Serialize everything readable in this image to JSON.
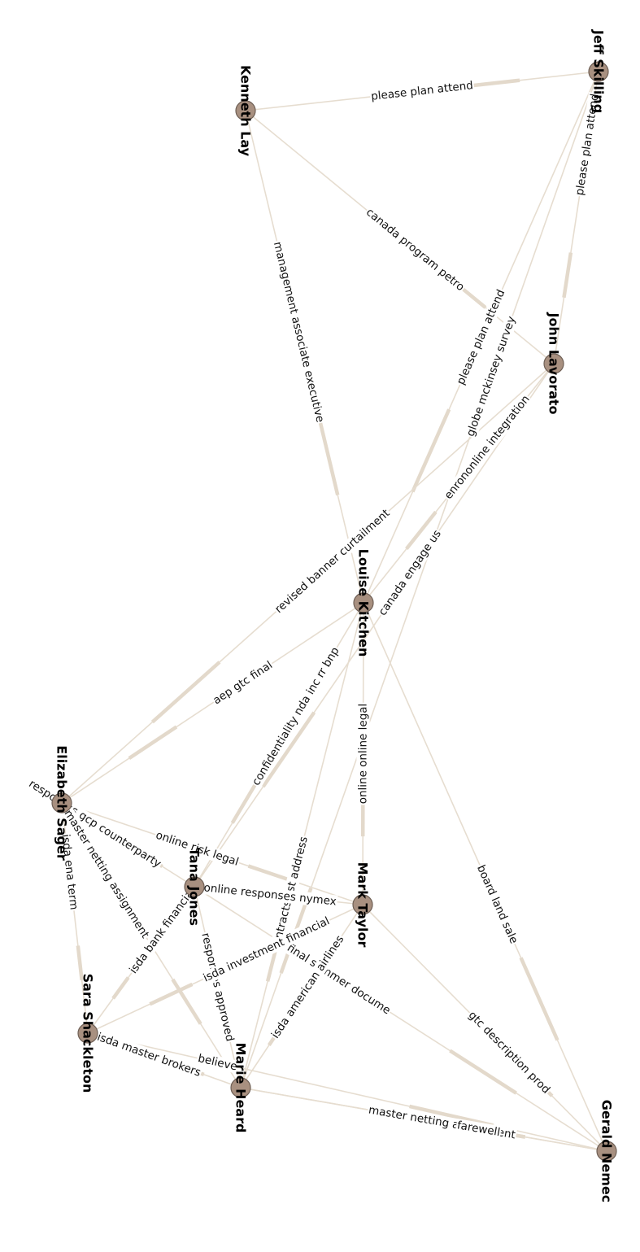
{
  "nodes": [
    {
      "id": "kenneth_lay",
      "label": "Kenneth Lay"
    },
    {
      "id": "jeff_skilling",
      "label": "Jeff Skilling"
    },
    {
      "id": "john_lavorato",
      "label": "John Lavorato"
    },
    {
      "id": "louise_kitchen",
      "label": "Louise Kitchen"
    },
    {
      "id": "elizabeth_sager",
      "label": "Elizabeth Sager"
    },
    {
      "id": "tana_jones",
      "label": "Tana Jones"
    },
    {
      "id": "mark_taylor",
      "label": "Mark Taylor"
    },
    {
      "id": "sara_shackleton",
      "label": "Sara Shackleton"
    },
    {
      "id": "marie_heard",
      "label": "Marie Heard"
    },
    {
      "id": "gerald_nemec",
      "label": "Gerald Nemec"
    }
  ],
  "edges": [
    {
      "source": "kenneth_lay",
      "target": "jeff_skilling",
      "label": "please plan attend"
    },
    {
      "source": "kenneth_lay",
      "target": "louise_kitchen",
      "label": "management associate executive"
    },
    {
      "source": "kenneth_lay",
      "target": "john_lavorato",
      "label": "canada program petro"
    },
    {
      "source": "jeff_skilling",
      "target": "louise_kitchen",
      "label": "please plan attend"
    },
    {
      "source": "jeff_skilling",
      "target": "john_lavorato",
      "label": "please plan attend"
    },
    {
      "source": "jeff_skilling",
      "target": "marie_heard",
      "label": "globe mckinsey survey"
    },
    {
      "source": "john_lavorato",
      "target": "louise_kitchen",
      "label": "enrononline integration"
    },
    {
      "source": "john_lavorato",
      "target": "elizabeth_sager",
      "label": "revised banner curtailment"
    },
    {
      "source": "john_lavorato",
      "target": "tana_jones",
      "label": "canada engage us"
    },
    {
      "source": "louise_kitchen",
      "target": "elizabeth_sager",
      "label": "aep gtc final"
    },
    {
      "source": "louise_kitchen",
      "target": "tana_jones",
      "label": "confidentiality nda inc rr bnp"
    },
    {
      "source": "louise_kitchen",
      "target": "mark_taylor",
      "label": "online online legal"
    },
    {
      "source": "louise_kitchen",
      "target": "marie_heard",
      "label": "contracts list address"
    },
    {
      "source": "louise_kitchen",
      "target": "gerald_nemec",
      "label": "board land sale"
    },
    {
      "source": "elizabeth_sager",
      "target": "mark_taylor",
      "label": "online risk legal"
    },
    {
      "source": "elizabeth_sager",
      "target": "tana_jones",
      "label": "responses gcp counterparty"
    },
    {
      "source": "elizabeth_sager",
      "target": "sara_shackleton",
      "label": "isda ena term"
    },
    {
      "source": "elizabeth_sager",
      "target": "marie_heard",
      "label": "master netting assignment"
    },
    {
      "source": "tana_jones",
      "target": "mark_taylor",
      "label": "online responses nymex"
    },
    {
      "source": "tana_jones",
      "target": "gerald_nemec",
      "label": "final summer docume"
    },
    {
      "source": "tana_jones",
      "target": "sara_shackleton",
      "label": "isda bank financial"
    },
    {
      "source": "tana_jones",
      "target": "marie_heard",
      "label": "responses approved"
    },
    {
      "source": "mark_taylor",
      "target": "sara_shackleton",
      "label": "isda investment financial"
    },
    {
      "source": "mark_taylor",
      "target": "marie_heard",
      "label": "isda american airlines"
    },
    {
      "source": "mark_taylor",
      "target": "gerald_nemec",
      "label": "gtc description prod"
    },
    {
      "source": "sara_shackleton",
      "target": "marie_heard",
      "label": "isda master brokers"
    },
    {
      "source": "sara_shackleton",
      "target": "gerald_nemec",
      "label": "believe"
    },
    {
      "source": "marie_heard",
      "target": "gerald_nemec",
      "label": "master netting assignment"
    },
    {
      "source": "marie_heard",
      "target": "gerald_nemec",
      "label": "farewell"
    }
  ]
}
